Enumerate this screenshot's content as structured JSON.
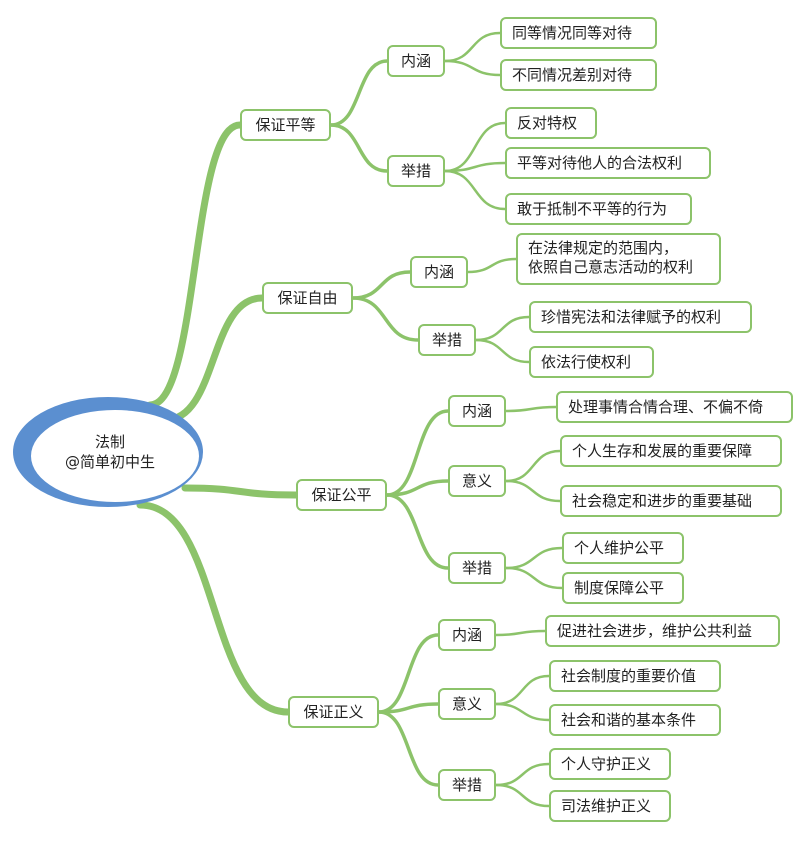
{
  "root": {
    "title": "法制",
    "subtitle": "@简单初中生"
  },
  "branches": [
    {
      "label": "保证平等",
      "groups": [
        {
          "label": "内涵",
          "items": [
            "同等情况同等对待",
            "不同情况差别对待"
          ]
        },
        {
          "label": "举措",
          "items": [
            "反对特权",
            "平等对待他人的合法权利",
            "敢于抵制不平等的行为"
          ]
        }
      ]
    },
    {
      "label": "保证自由",
      "groups": [
        {
          "label": "内涵",
          "items": [
            [
              "在法律规定的范围内，",
              "依照自己意志活动的权利"
            ]
          ]
        },
        {
          "label": "举措",
          "items": [
            "珍惜宪法和法律赋予的权利",
            "依法行使权利"
          ]
        }
      ]
    },
    {
      "label": "保证公平",
      "groups": [
        {
          "label": "内涵",
          "items": [
            "处理事情合情合理、不偏不倚"
          ]
        },
        {
          "label": "意义",
          "items": [
            "个人生存和发展的重要保障",
            "社会稳定和进步的重要基础"
          ]
        },
        {
          "label": "举措",
          "items": [
            "个人维护公平",
            "制度保障公平"
          ]
        }
      ]
    },
    {
      "label": "保证正义",
      "groups": [
        {
          "label": "内涵",
          "items": [
            "促进社会进步，维护公共利益"
          ]
        },
        {
          "label": "意义",
          "items": [
            "社会制度的重要价值",
            "社会和谐的基本条件"
          ]
        },
        {
          "label": "举措",
          "items": [
            "个人守护正义",
            "司法维护正义"
          ]
        }
      ]
    }
  ],
  "colors": {
    "branch": "#8cc36a",
    "root_ring": "#5b8fd0"
  }
}
